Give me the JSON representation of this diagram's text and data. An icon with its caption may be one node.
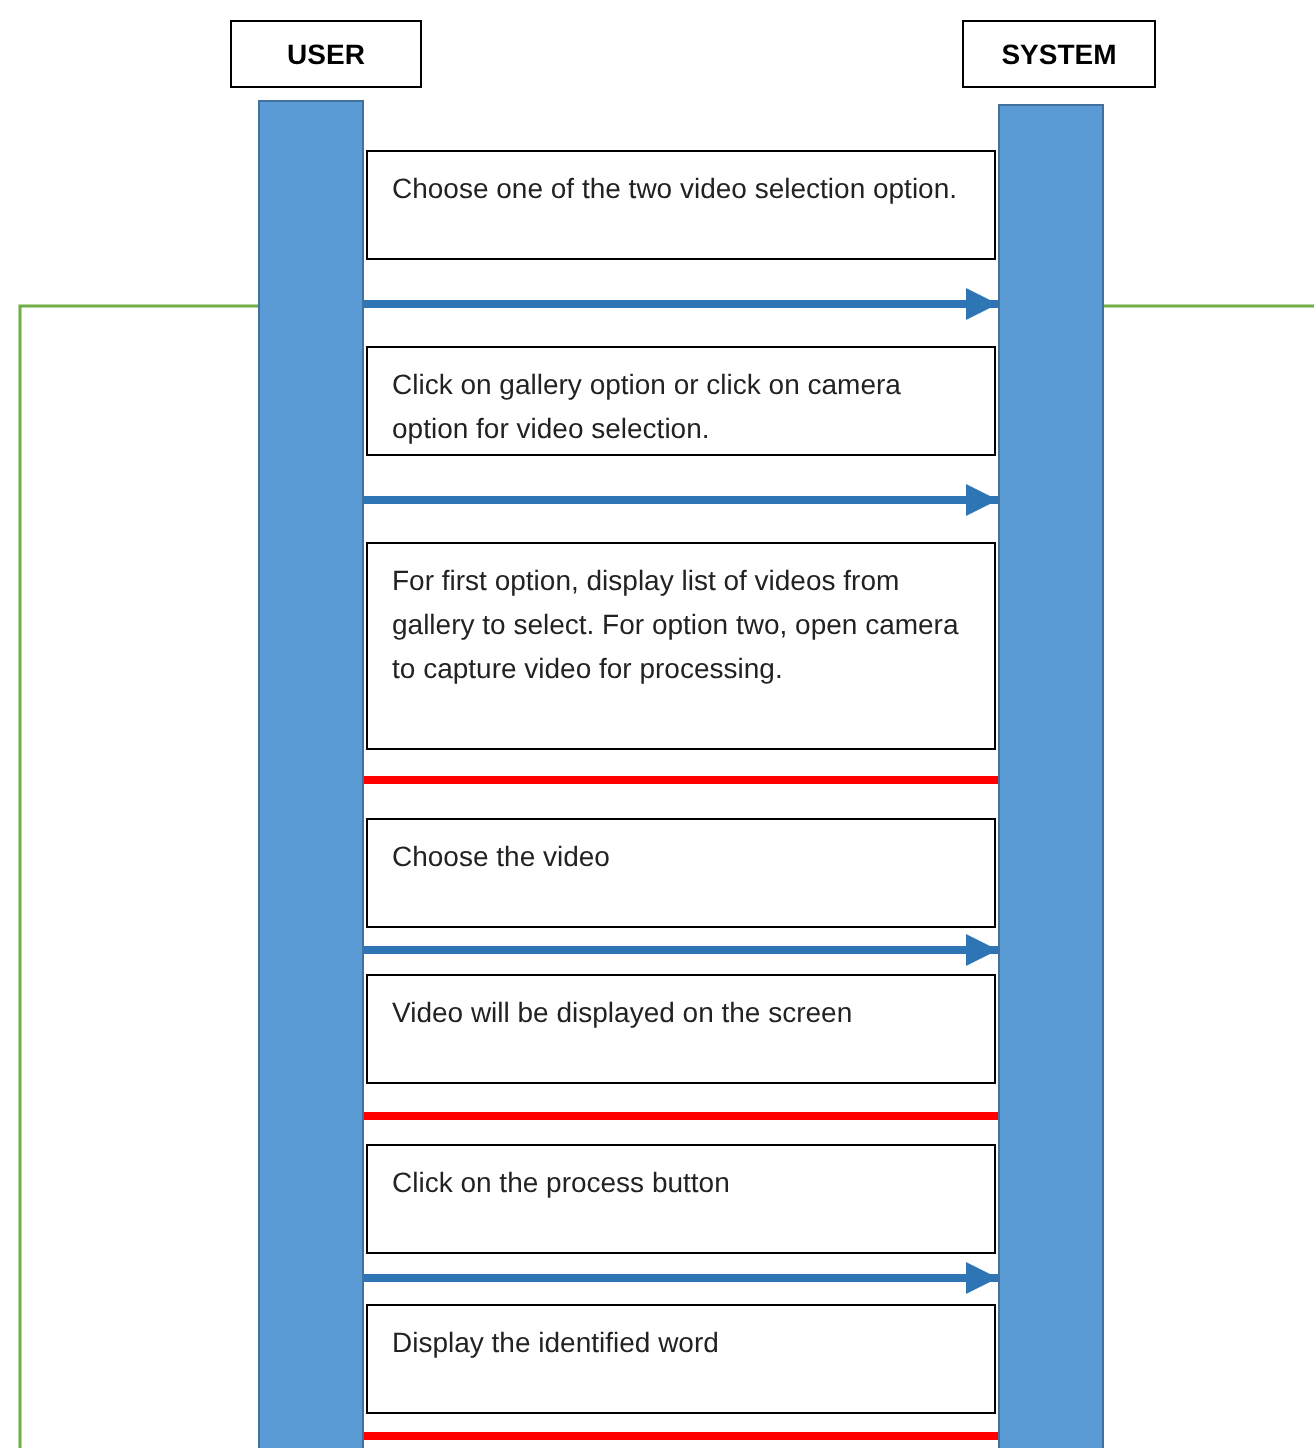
{
  "diagram": {
    "nodes": [
      {
        "text": [
          "USER"
        ]
      },
      {
        "text": [
          "SYSTEM"
        ]
      },
      {
        "text": [],
        "shape": "bar"
      },
      {
        "text": [],
        "shape": "bar"
      },
      {
        "text": [
          "Choose one of the two video selection option."
        ]
      },
      {
        "text": [
          "Click on gallery option or click on camera option for video selection."
        ]
      },
      {
        "text": [
          "For first option, display list of videos from gallery to select. For option two, open camera to capture video for processing."
        ]
      },
      {
        "text": [
          "Choose the video"
        ]
      },
      {
        "text": [
          "Video will be displayed on the screen"
        ]
      },
      {
        "text": [
          "Click on the process button"
        ]
      },
      {
        "text": [
          "Display the identified word"
        ]
      }
    ],
    "edges": [
      {
        "from": 2,
        "to": 3,
        "arrow": "to"
      },
      {
        "from": 2,
        "to": 3,
        "arrow": "to"
      },
      {
        "from": 3,
        "to": 2,
        "arrow": "none",
        "color": "#ff0000"
      },
      {
        "from": 2,
        "to": 3,
        "arrow": "to"
      },
      {
        "from": 3,
        "to": 2,
        "arrow": "none",
        "color": "#ff0000"
      },
      {
        "from": 2,
        "to": 3,
        "arrow": "to"
      },
      {
        "from": 3,
        "to": 2,
        "arrow": "none",
        "color": "#ff0000"
      }
    ]
  }
}
